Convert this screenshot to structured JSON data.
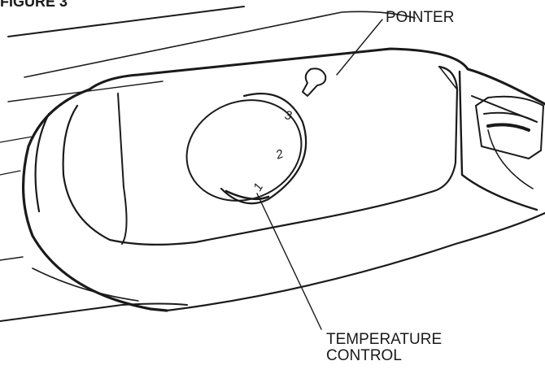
{
  "figure": {
    "title": "FIGURE 3",
    "labels": {
      "pointer": "POINTER",
      "temperature_control_line1": "TEMPERATURE",
      "temperature_control_line2": "CONTROL"
    },
    "dial_numbers": [
      "1",
      "2",
      "3"
    ]
  }
}
